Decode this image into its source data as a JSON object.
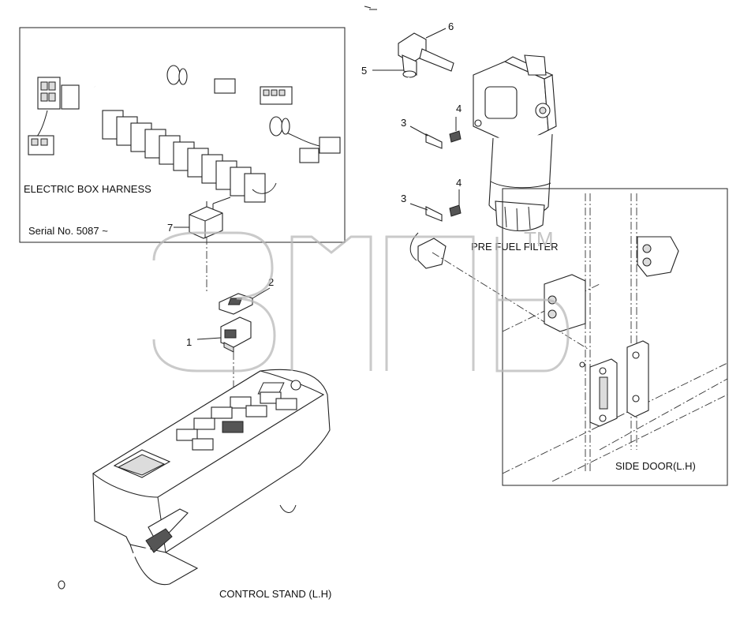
{
  "labels": {
    "electric_box_harness": "ELECTRIC BOX HARNESS",
    "serial_no": "Serial No. 5087 ~",
    "pre_fuel_filter": "PRE FUEL FILTER",
    "side_door": "SIDE DOOR(L.H)",
    "control_stand": "CONTROL STAND (L.H)"
  },
  "callouts": [
    "1",
    "2",
    "3",
    "3",
    "4",
    "4",
    "5",
    "6",
    "7"
  ],
  "watermark": {
    "trademark": "TM"
  }
}
